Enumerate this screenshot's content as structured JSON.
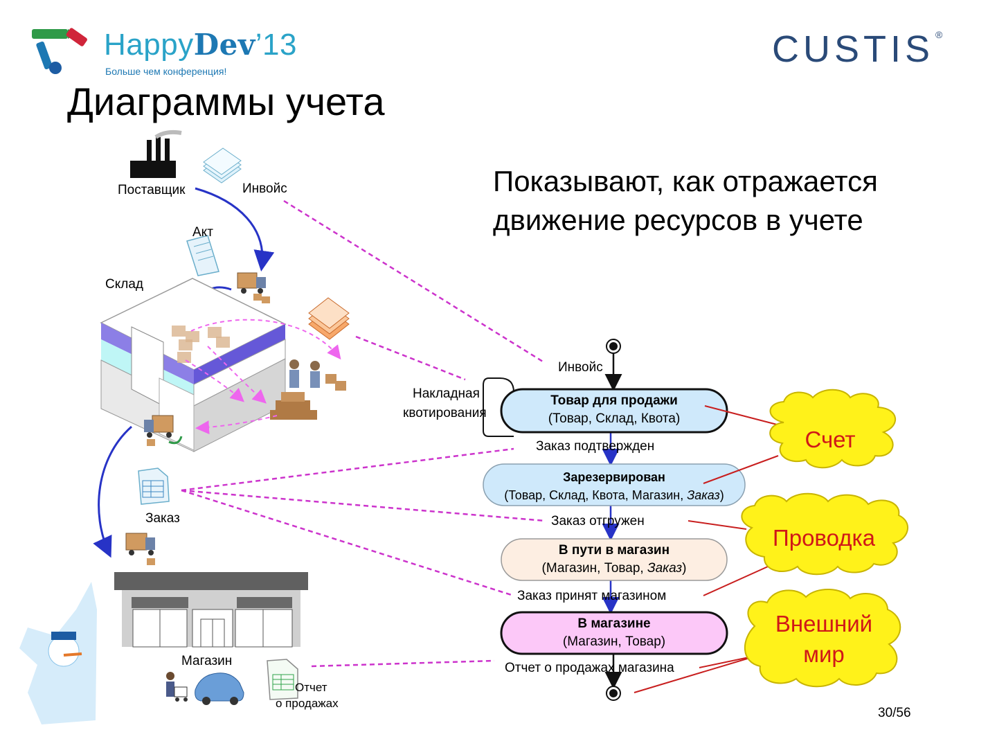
{
  "header": {
    "logo": {
      "prefix": "Happy",
      "strong": "Dev",
      "suffix": "’13",
      "tagline": "Больше чем конференция!"
    },
    "brand": {
      "name": "CUSTIS",
      "mark": "®"
    }
  },
  "slide": {
    "title": "Диаграммы учета",
    "subtitle_lines": [
      "Показывают, как отражается",
      "движение ресурсов в учете"
    ],
    "page": "30/56"
  },
  "left_scene": {
    "supplier": "Поставщик",
    "invoice": "Инвойс",
    "act": "Акт",
    "warehouse": "Склад",
    "order": "Заказ",
    "shop": "Магазин",
    "sales_report": [
      "Отчет",
      "о продажах"
    ]
  },
  "state_diagram": {
    "transitions": {
      "invoice": "Инвойс",
      "quote_waybill": [
        "Накладная",
        "квотирования"
      ],
      "order_confirmed": "Заказ подтвержден",
      "order_shipped": "Заказ отгружен",
      "order_received": "Заказ принят магазином",
      "sales_report": "Отчет о продажах магазина"
    },
    "states": [
      {
        "name": "Товар для продажи",
        "detail": "(Товар, Склад, Квота)",
        "detail_italic": ""
      },
      {
        "name": "Зарезервирован",
        "detail": "(Товар, Склад, Квота, Магазин, ",
        "detail_italic": "Заказ",
        "detail_end": ")"
      },
      {
        "name": "В пути в магазин",
        "detail": "(Магазин, Товар, ",
        "detail_italic": "Заказ",
        "detail_end": ")"
      },
      {
        "name": "В магазине",
        "detail": "(Магазин, Товар)",
        "detail_italic": ""
      }
    ],
    "callouts": [
      "Счет",
      "Проводка",
      "Внешний",
      "мир"
    ]
  },
  "colors": {
    "state_blue": "#cfe9fb",
    "state_peach": "#fdeee2",
    "state_pink": "#fcc8f8",
    "cloud_fill": "#fff21a",
    "callout_text": "#d01818",
    "dashed_link": "#cc33cc",
    "flow_arrow": "#2733c6",
    "red_line": "#c81e1e"
  },
  "icons": [
    "factory-icon",
    "document-stack-icon",
    "truck-icon",
    "warehouse-icon",
    "boxes-icon",
    "shop-icon",
    "car-icon",
    "spreadsheet-icon",
    "snowman-icon"
  ]
}
